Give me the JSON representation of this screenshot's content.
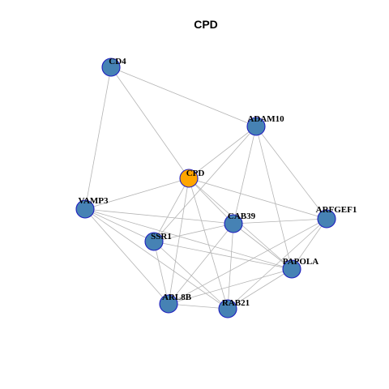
{
  "title": "CPD",
  "colors": {
    "edge": "#b4b4b4",
    "node_fill": "#4682b4",
    "node_stroke": "#1f1fbf",
    "center_fill": "#ffa500"
  },
  "nodes": [
    {
      "id": "CPD",
      "label": "CPD",
      "center": true
    },
    {
      "id": "CD4",
      "label": "CD4",
      "center": false
    },
    {
      "id": "ADAM10",
      "label": "ADAM10",
      "center": false
    },
    {
      "id": "VAMP3",
      "label": "VAMP3",
      "center": false
    },
    {
      "id": "CAB39",
      "label": "CAB39",
      "center": false
    },
    {
      "id": "ARFGEF1",
      "label": "ARFGEF1",
      "center": false
    },
    {
      "id": "SSR1",
      "label": "SSR1",
      "center": false
    },
    {
      "id": "PAPOLA",
      "label": "PAPOLA",
      "center": false
    },
    {
      "id": "ARL8B",
      "label": "ARL8B",
      "center": false
    },
    {
      "id": "RAB21",
      "label": "RAB21",
      "center": false
    }
  ],
  "edges": [
    [
      "CD4",
      "ADAM10"
    ],
    [
      "CD4",
      "CPD"
    ],
    [
      "CD4",
      "VAMP3"
    ],
    [
      "ADAM10",
      "CPD"
    ],
    [
      "ADAM10",
      "SSR1"
    ],
    [
      "ADAM10",
      "CAB39"
    ],
    [
      "ADAM10",
      "ARFGEF1"
    ],
    [
      "ADAM10",
      "PAPOLA"
    ],
    [
      "CPD",
      "VAMP3"
    ],
    [
      "CPD",
      "SSR1"
    ],
    [
      "CPD",
      "CAB39"
    ],
    [
      "CPD",
      "ARFGEF1"
    ],
    [
      "CPD",
      "PAPOLA"
    ],
    [
      "CPD",
      "ARL8B"
    ],
    [
      "CPD",
      "RAB21"
    ],
    [
      "VAMP3",
      "CAB39"
    ],
    [
      "VAMP3",
      "SSR1"
    ],
    [
      "VAMP3",
      "ARL8B"
    ],
    [
      "VAMP3",
      "RAB21"
    ],
    [
      "VAMP3",
      "PAPOLA"
    ],
    [
      "CAB39",
      "SSR1"
    ],
    [
      "CAB39",
      "ARFGEF1"
    ],
    [
      "CAB39",
      "PAPOLA"
    ],
    [
      "CAB39",
      "ARL8B"
    ],
    [
      "CAB39",
      "RAB21"
    ],
    [
      "SSR1",
      "ARL8B"
    ],
    [
      "SSR1",
      "RAB21"
    ],
    [
      "SSR1",
      "PAPOLA"
    ],
    [
      "ARFGEF1",
      "PAPOLA"
    ],
    [
      "ARFGEF1",
      "ARL8B"
    ],
    [
      "ARFGEF1",
      "RAB21"
    ],
    [
      "PAPOLA",
      "RAB21"
    ],
    [
      "PAPOLA",
      "ARL8B"
    ],
    [
      "ARL8B",
      "RAB21"
    ]
  ]
}
